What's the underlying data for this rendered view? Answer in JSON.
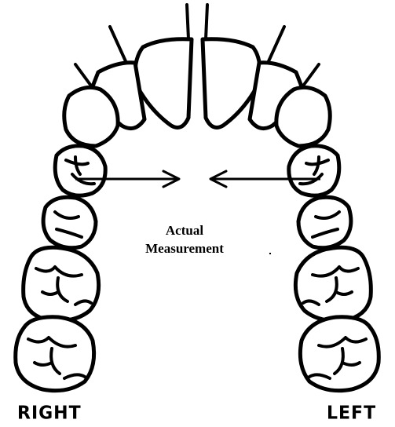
{
  "diagram": {
    "measurement_label_line1": "Actual",
    "measurement_label_line2": "Measurement",
    "right_side_label": "RIGHT",
    "left_side_label": "LEFT"
  }
}
